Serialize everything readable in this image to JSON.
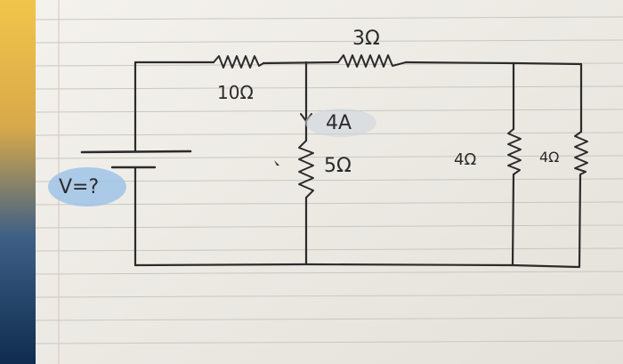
{
  "labels": {
    "r_left": "10Ω",
    "r_top": "3Ω",
    "current": "4A",
    "r_mid": "5Ω",
    "r_right1": "4Ω",
    "r_right2": "4Ω",
    "voltage": "V=?"
  },
  "colors": {
    "paper": "#efede8",
    "ink": "#2b2b2b",
    "rule_line": "#c9c7c2",
    "margin_line": "#d9b6b6",
    "highlight": "#9fc3e6",
    "left_edge_top": "#e8b93a",
    "left_edge_bottom": "#1f3f66"
  }
}
